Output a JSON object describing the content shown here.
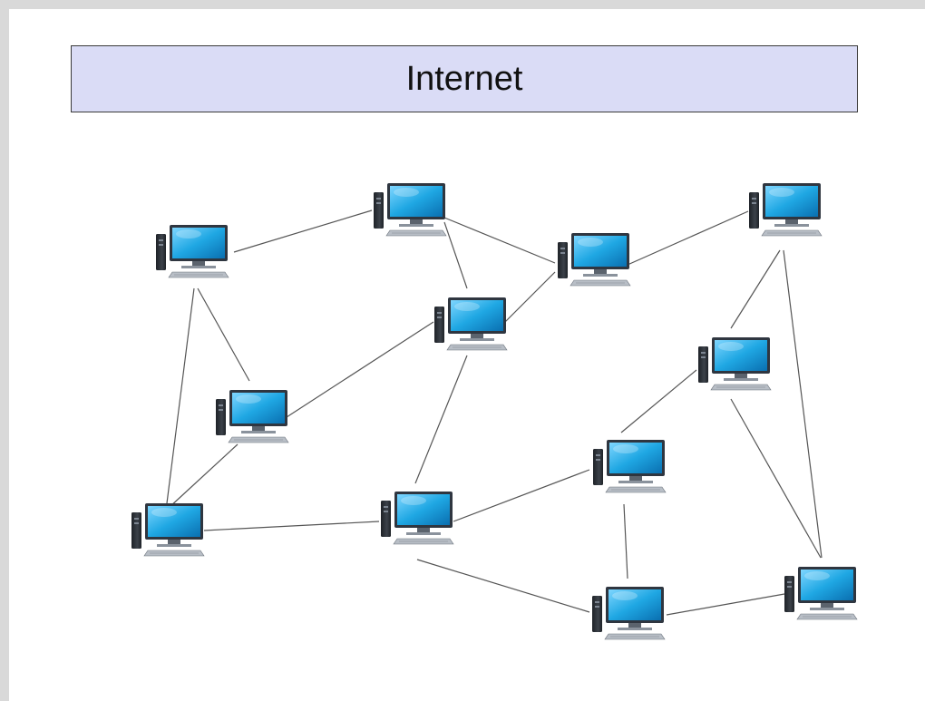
{
  "header": {
    "title": "Internet"
  },
  "diagram": {
    "nodes": [
      {
        "id": "n1",
        "icon": "desktop-computer-icon"
      },
      {
        "id": "n2",
        "icon": "desktop-computer-icon"
      },
      {
        "id": "n3",
        "icon": "desktop-computer-icon"
      },
      {
        "id": "n4",
        "icon": "desktop-computer-icon"
      },
      {
        "id": "n5",
        "icon": "desktop-computer-icon"
      },
      {
        "id": "n6",
        "icon": "desktop-computer-icon"
      },
      {
        "id": "n7",
        "icon": "desktop-computer-icon"
      },
      {
        "id": "n8",
        "icon": "desktop-computer-icon"
      },
      {
        "id": "n9",
        "icon": "desktop-computer-icon"
      },
      {
        "id": "n10",
        "icon": "desktop-computer-icon"
      },
      {
        "id": "n11",
        "icon": "desktop-computer-icon"
      },
      {
        "id": "n12",
        "icon": "desktop-computer-icon"
      },
      {
        "id": "n13",
        "icon": "desktop-computer-icon"
      }
    ],
    "edges": [
      [
        "n1",
        "n2"
      ],
      [
        "n1",
        "n5"
      ],
      [
        "n1",
        "n6"
      ],
      [
        "n2",
        "n3"
      ],
      [
        "n2",
        "n4"
      ],
      [
        "n3",
        "n4"
      ],
      [
        "n3",
        "n7"
      ],
      [
        "n4",
        "n5"
      ],
      [
        "n4",
        "n9"
      ],
      [
        "n5",
        "n6"
      ],
      [
        "n6",
        "n9"
      ],
      [
        "n7",
        "n8"
      ],
      [
        "n7",
        "n12"
      ],
      [
        "n8",
        "n10"
      ],
      [
        "n8",
        "n12"
      ],
      [
        "n9",
        "n10"
      ],
      [
        "n9",
        "n11"
      ],
      [
        "n10",
        "n11"
      ],
      [
        "n11",
        "n13"
      ],
      [
        "n12",
        "n13"
      ]
    ]
  },
  "colors": {
    "screen": "#1fa7e3",
    "screen_frame": "#2f3640",
    "tower": "#2a2e35",
    "edge": "#555555",
    "title_bg": "#dadcf6"
  }
}
